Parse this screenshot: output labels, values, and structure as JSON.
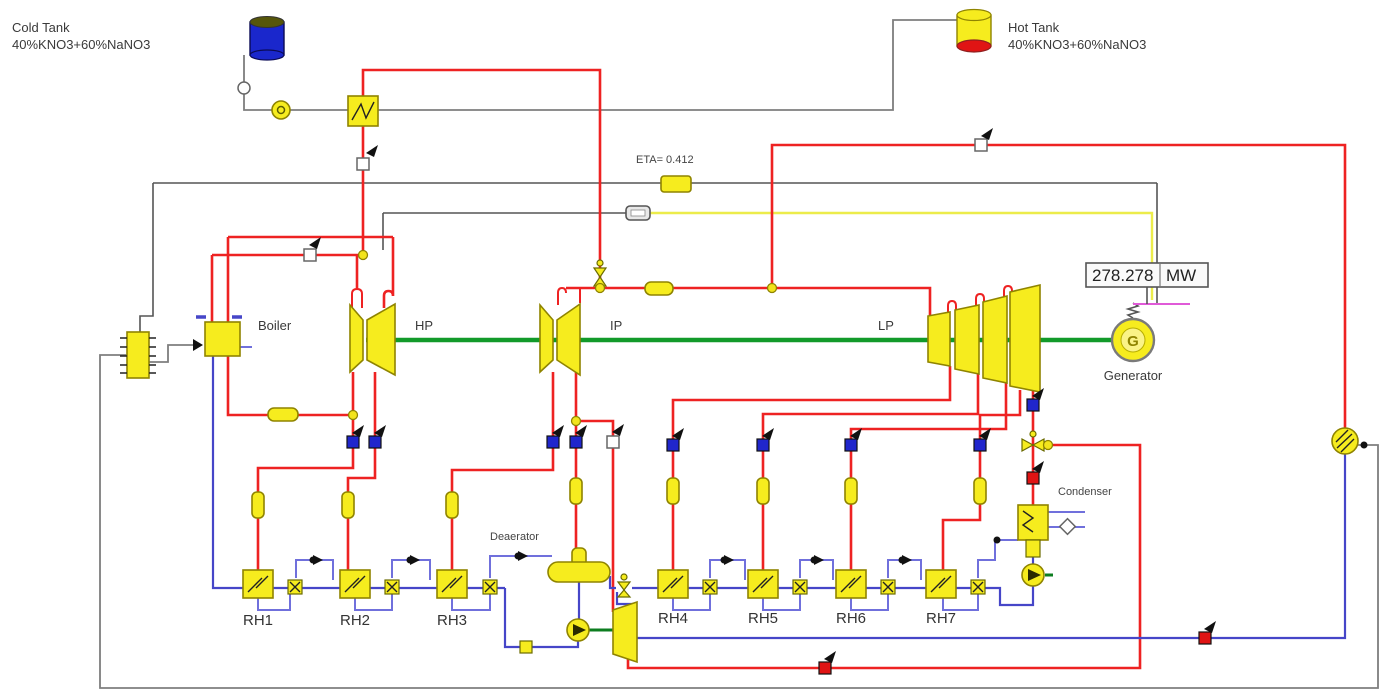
{
  "tanks": {
    "cold": {
      "line1": "Cold Tank",
      "line2": "40%KNO3+60%NaNO3"
    },
    "hot": {
      "line1": "Hot Tank",
      "line2": "40%KNO3+60%NaNO3"
    }
  },
  "components": {
    "boiler": "Boiler",
    "hp_turbine": "HP",
    "ip_turbine": "IP",
    "lp_turbine": "LP",
    "generator": "Generator",
    "generator_letter": "G",
    "deaerator": "Deaerator",
    "condenser": "Condenser",
    "rh1": "RH1",
    "rh2": "RH2",
    "rh3": "RH3",
    "rh4": "RH4",
    "rh5": "RH5",
    "rh6": "RH6",
    "rh7": "RH7"
  },
  "readouts": {
    "eta": "ETA= 0.412",
    "power_value": "278.278",
    "power_unit": "MW"
  },
  "colors": {
    "steam_line": "#ee2222",
    "feedwater_line": "#4646c8",
    "drain_line": "#7070dc",
    "salt_line": "#7e7e7e",
    "shaft_line": "#129a2a",
    "electrical_line": "#ecec4a",
    "generator_signal": "#e05ad8",
    "component_fill": "#f6ec1e",
    "cold_tank_fill": "#1a27cc",
    "hot_tank_fill": "#f6ec1e",
    "hot_tank_bottom": "#e01414"
  }
}
